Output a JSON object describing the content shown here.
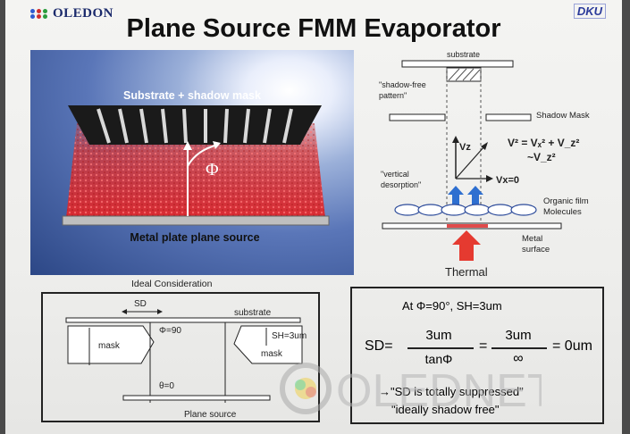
{
  "header": {
    "logo_text": "OLEDON",
    "badge_text": "DKU",
    "title": "Plane Source FMM Evaporator"
  },
  "photo": {
    "top_label": "Substrate + shadow mask",
    "angle_symbol": "Φ",
    "bottom_label": "Metal plate plane source"
  },
  "right_diagram": {
    "substrate": "substrate",
    "shadow_free_1": "\"shadow-free",
    "shadow_free_2": "pattern\"",
    "shadow_mask": "Shadow Mask",
    "eq_line1": "V² = Vₓ² + V_z²",
    "eq_line2": "~V_z²",
    "vz": "Vz",
    "vx": "Vx=0",
    "vertical_1": "\"vertical",
    "vertical_2": "desorption\"",
    "organic_1": "Organic film",
    "organic_2": "Molecules",
    "metal_1": "Metal",
    "metal_2": "surface",
    "thermal": "Thermal"
  },
  "ideal": {
    "title": "Ideal Consideration",
    "sd": "SD",
    "substrate": "substrate",
    "phi": "Φ=90",
    "sh": "SH=3um",
    "mask_left": "mask",
    "mask_right": "mask",
    "theta": "θ=0",
    "plane_source": "Plane source"
  },
  "calc": {
    "condition": "At Φ=90°, SH=3um",
    "sd_eq": "SD=",
    "num1": "3um",
    "den1": "tanΦ",
    "eq1": "=",
    "num2": "3um",
    "den2": "∞",
    "result": "= 0um",
    "note1": "→\"SD is totally suppressed\"",
    "note2": "\"ideally shadow free\""
  },
  "watermark": {
    "text": "OLEDNET"
  },
  "colors": {
    "accent_red": "#d8262a",
    "arrow_blue": "#2e6fd0",
    "logo_blue": "#1b2a6b"
  }
}
